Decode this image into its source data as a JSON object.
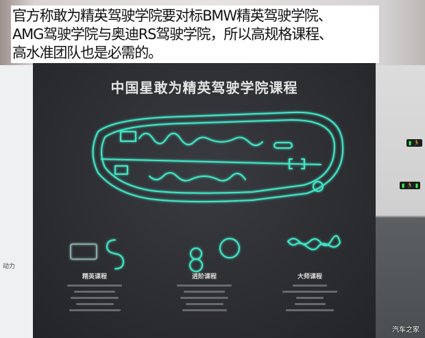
{
  "caption": {
    "lines": [
      "官方称敢为精英驾驶学院要对标BMW精英驾驶学院、",
      "AMG驾驶学院与奥迪RS驾驶学院，所以高规格课程、",
      "高水准团队也是必需的。"
    ]
  },
  "board": {
    "title": "中国星敢为精英驾驶学院课程",
    "neon_color": "#3fe8c8",
    "courses": [
      {
        "title": "精英课程"
      },
      {
        "title": "进阶课程"
      },
      {
        "title": "大师课程"
      }
    ]
  },
  "background": {
    "left_sign": "动力",
    "exit_sign_color": "#3cff5a"
  },
  "watermark": "汽车之家"
}
